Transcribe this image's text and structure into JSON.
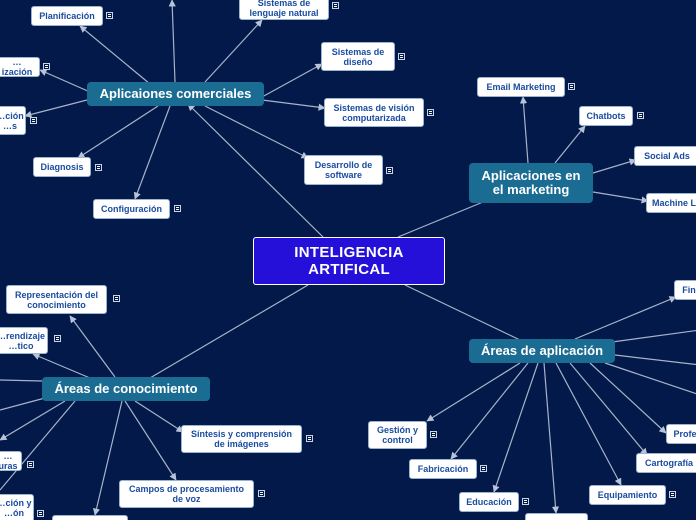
{
  "central": {
    "label": "INTELIGENCIA\nARTIFICAL"
  },
  "branches": {
    "comerciales": {
      "label": "Aplicaiones comerciales",
      "children": {
        "lenguaje": "Sistemas de\nlenguaje natural",
        "planificacion": "Planificación",
        "priorizacion": "…ización",
        "diseno": "Sistemas de\ndiseño",
        "vision": "Sistemas de visión\ncomputarizada",
        "ejecucion": "…ción\n…s",
        "diagnosis": "Diagnosis",
        "desarrollo": "Desarrollo de\nsoftware",
        "configuracion": "Configuración"
      }
    },
    "marketing": {
      "label": "Aplicaciones en\nel marketing",
      "children": {
        "email": "Email Marketing",
        "chatbots": "Chatbots",
        "social": "Social Ads",
        "machine": "Machine L"
      }
    },
    "aplicacion": {
      "label": "Áreas de aplicación",
      "children": {
        "finanzas": "Fin",
        "profesiones": "Profe",
        "cartografia": "Cartografía",
        "equipamiento": "Equipamiento",
        "gestion": "Gestión y\ncontrol",
        "fabricacion": "Fabricación",
        "educacion": "Educación"
      }
    },
    "conocimiento": {
      "label": "Áreas de conocimiento",
      "children": {
        "representacion": "Representación del\nconocimiento",
        "aprendizaje": "…rendizaje\n…tico",
        "sintesis": "Síntesis y comprensión\nde imágenes",
        "campos": "Campos de procesamiento\nde voz",
        "estructuras": "…uras",
        "resolucion": "…ción y\n…ón"
      }
    }
  }
}
